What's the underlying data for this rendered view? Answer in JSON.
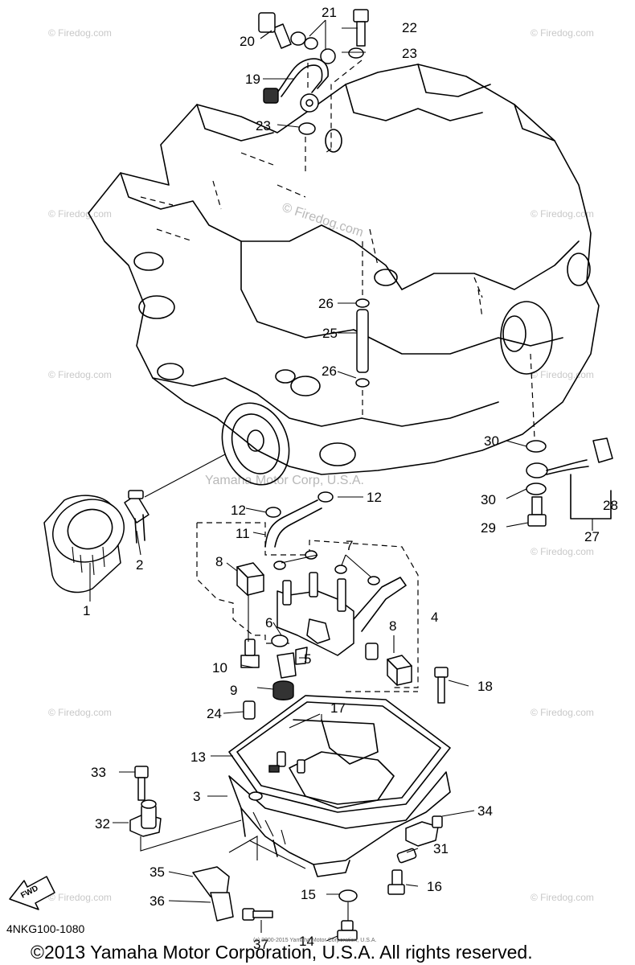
{
  "diagram": {
    "callouts": [
      "1",
      "2",
      "3",
      "4",
      "5",
      "6",
      "7",
      "8",
      "8",
      "9",
      "10",
      "11",
      "12",
      "12",
      "13",
      "14",
      "15",
      "16",
      "17",
      "18",
      "19",
      "20",
      "21",
      "22",
      "23",
      "23",
      "24",
      "25",
      "26",
      "26",
      "27",
      "28",
      "29",
      "30",
      "30",
      "31",
      "32",
      "33",
      "34",
      "35",
      "36",
      "37"
    ],
    "watermark_center": "© Firedog.com",
    "watermark_tile": "© Firedog.com",
    "watermark_yamaha": "Yamaha Motor Corp, U.S.A.",
    "fwd_label": "FWD",
    "tiny_text": "(c) 2000-2015 Yamaha Motor Corporation, U.S.A.",
    "diagram_code": "4NKG100-1080",
    "copyright": "©2013 Yamaha Motor Corporation, U.S.A. All rights reserved."
  }
}
